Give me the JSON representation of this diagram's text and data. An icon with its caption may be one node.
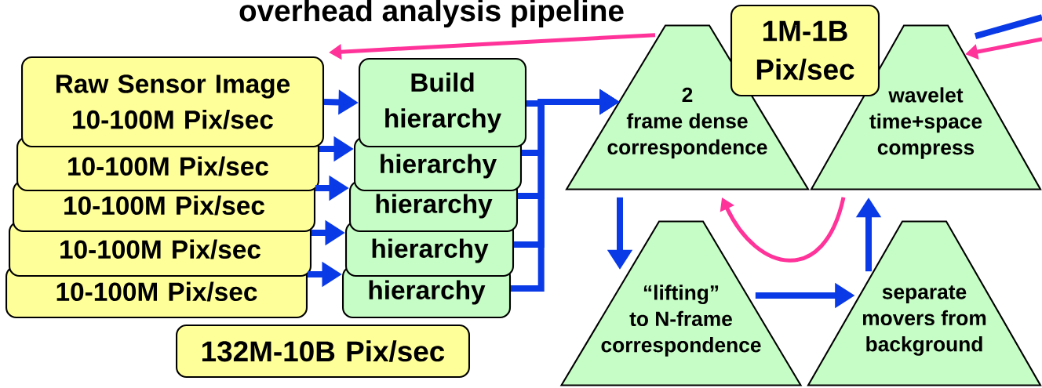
{
  "diagram": {
    "title": "overhead analysis pipeline",
    "nodes": [
      {
        "text": [
          "Raw Sensor Image 10-100M Pix/sec"
        ]
      },
      {
        "text": [
          "10-100M Pix/sec"
        ]
      },
      {
        "text": [
          "10-100M Pix/sec"
        ]
      },
      {
        "text": [
          "10-100M Pix/sec"
        ]
      },
      {
        "text": [
          "10-100M Pix/sec"
        ]
      },
      {
        "text": [
          "Build hierarchy"
        ]
      },
      {
        "text": [
          "hierarchy"
        ]
      },
      {
        "text": [
          "hierarchy"
        ]
      },
      {
        "text": [
          "hierarchy"
        ]
      },
      {
        "text": [
          "hierarchy"
        ]
      },
      {
        "text": [
          "132M-10B Pix/sec"
        ]
      },
      {
        "text": [
          "2 frame dense correspondence"
        ]
      },
      {
        "text": [
          "1M-1B Pix/sec"
        ]
      },
      {
        "text": [
          "wavelet time+space compress"
        ]
      },
      {
        "text": [
          "“lifting” to N-frame correspondence"
        ]
      },
      {
        "text": [
          "separate movers from background"
        ]
      }
    ],
    "edges": [
      {
        "from": 0,
        "to": 5,
        "arrow": "to"
      },
      {
        "from": 1,
        "to": 6,
        "arrow": "to"
      },
      {
        "from": 2,
        "to": 7,
        "arrow": "to"
      },
      {
        "from": 3,
        "to": 8,
        "arrow": "to"
      },
      {
        "from": 4,
        "to": 9,
        "arrow": "to"
      },
      {
        "from": 5,
        "to": 11,
        "arrow": "to"
      },
      {
        "from": 6,
        "to": 11,
        "arrow": "to"
      },
      {
        "from": 7,
        "to": 11,
        "arrow": "to"
      },
      {
        "from": 8,
        "to": 11,
        "arrow": "to"
      },
      {
        "from": 9,
        "to": 11,
        "arrow": "to"
      },
      {
        "from": 11,
        "to": 14,
        "arrow": "to"
      },
      {
        "from": 14,
        "to": 15,
        "arrow": "to"
      },
      {
        "from": 15,
        "to": 13,
        "arrow": "to"
      },
      {
        "from": 13,
        "to": 11,
        "arrow": "to",
        "color": "#ff3399"
      },
      {
        "from": 11,
        "to": 0,
        "arrow": "to",
        "color": "#ff3399"
      },
      {
        "from": 13,
        "to": null,
        "arrow": "none"
      },
      {
        "from": null,
        "to": 13,
        "arrow": "to",
        "color": "#ff3399"
      }
    ]
  }
}
